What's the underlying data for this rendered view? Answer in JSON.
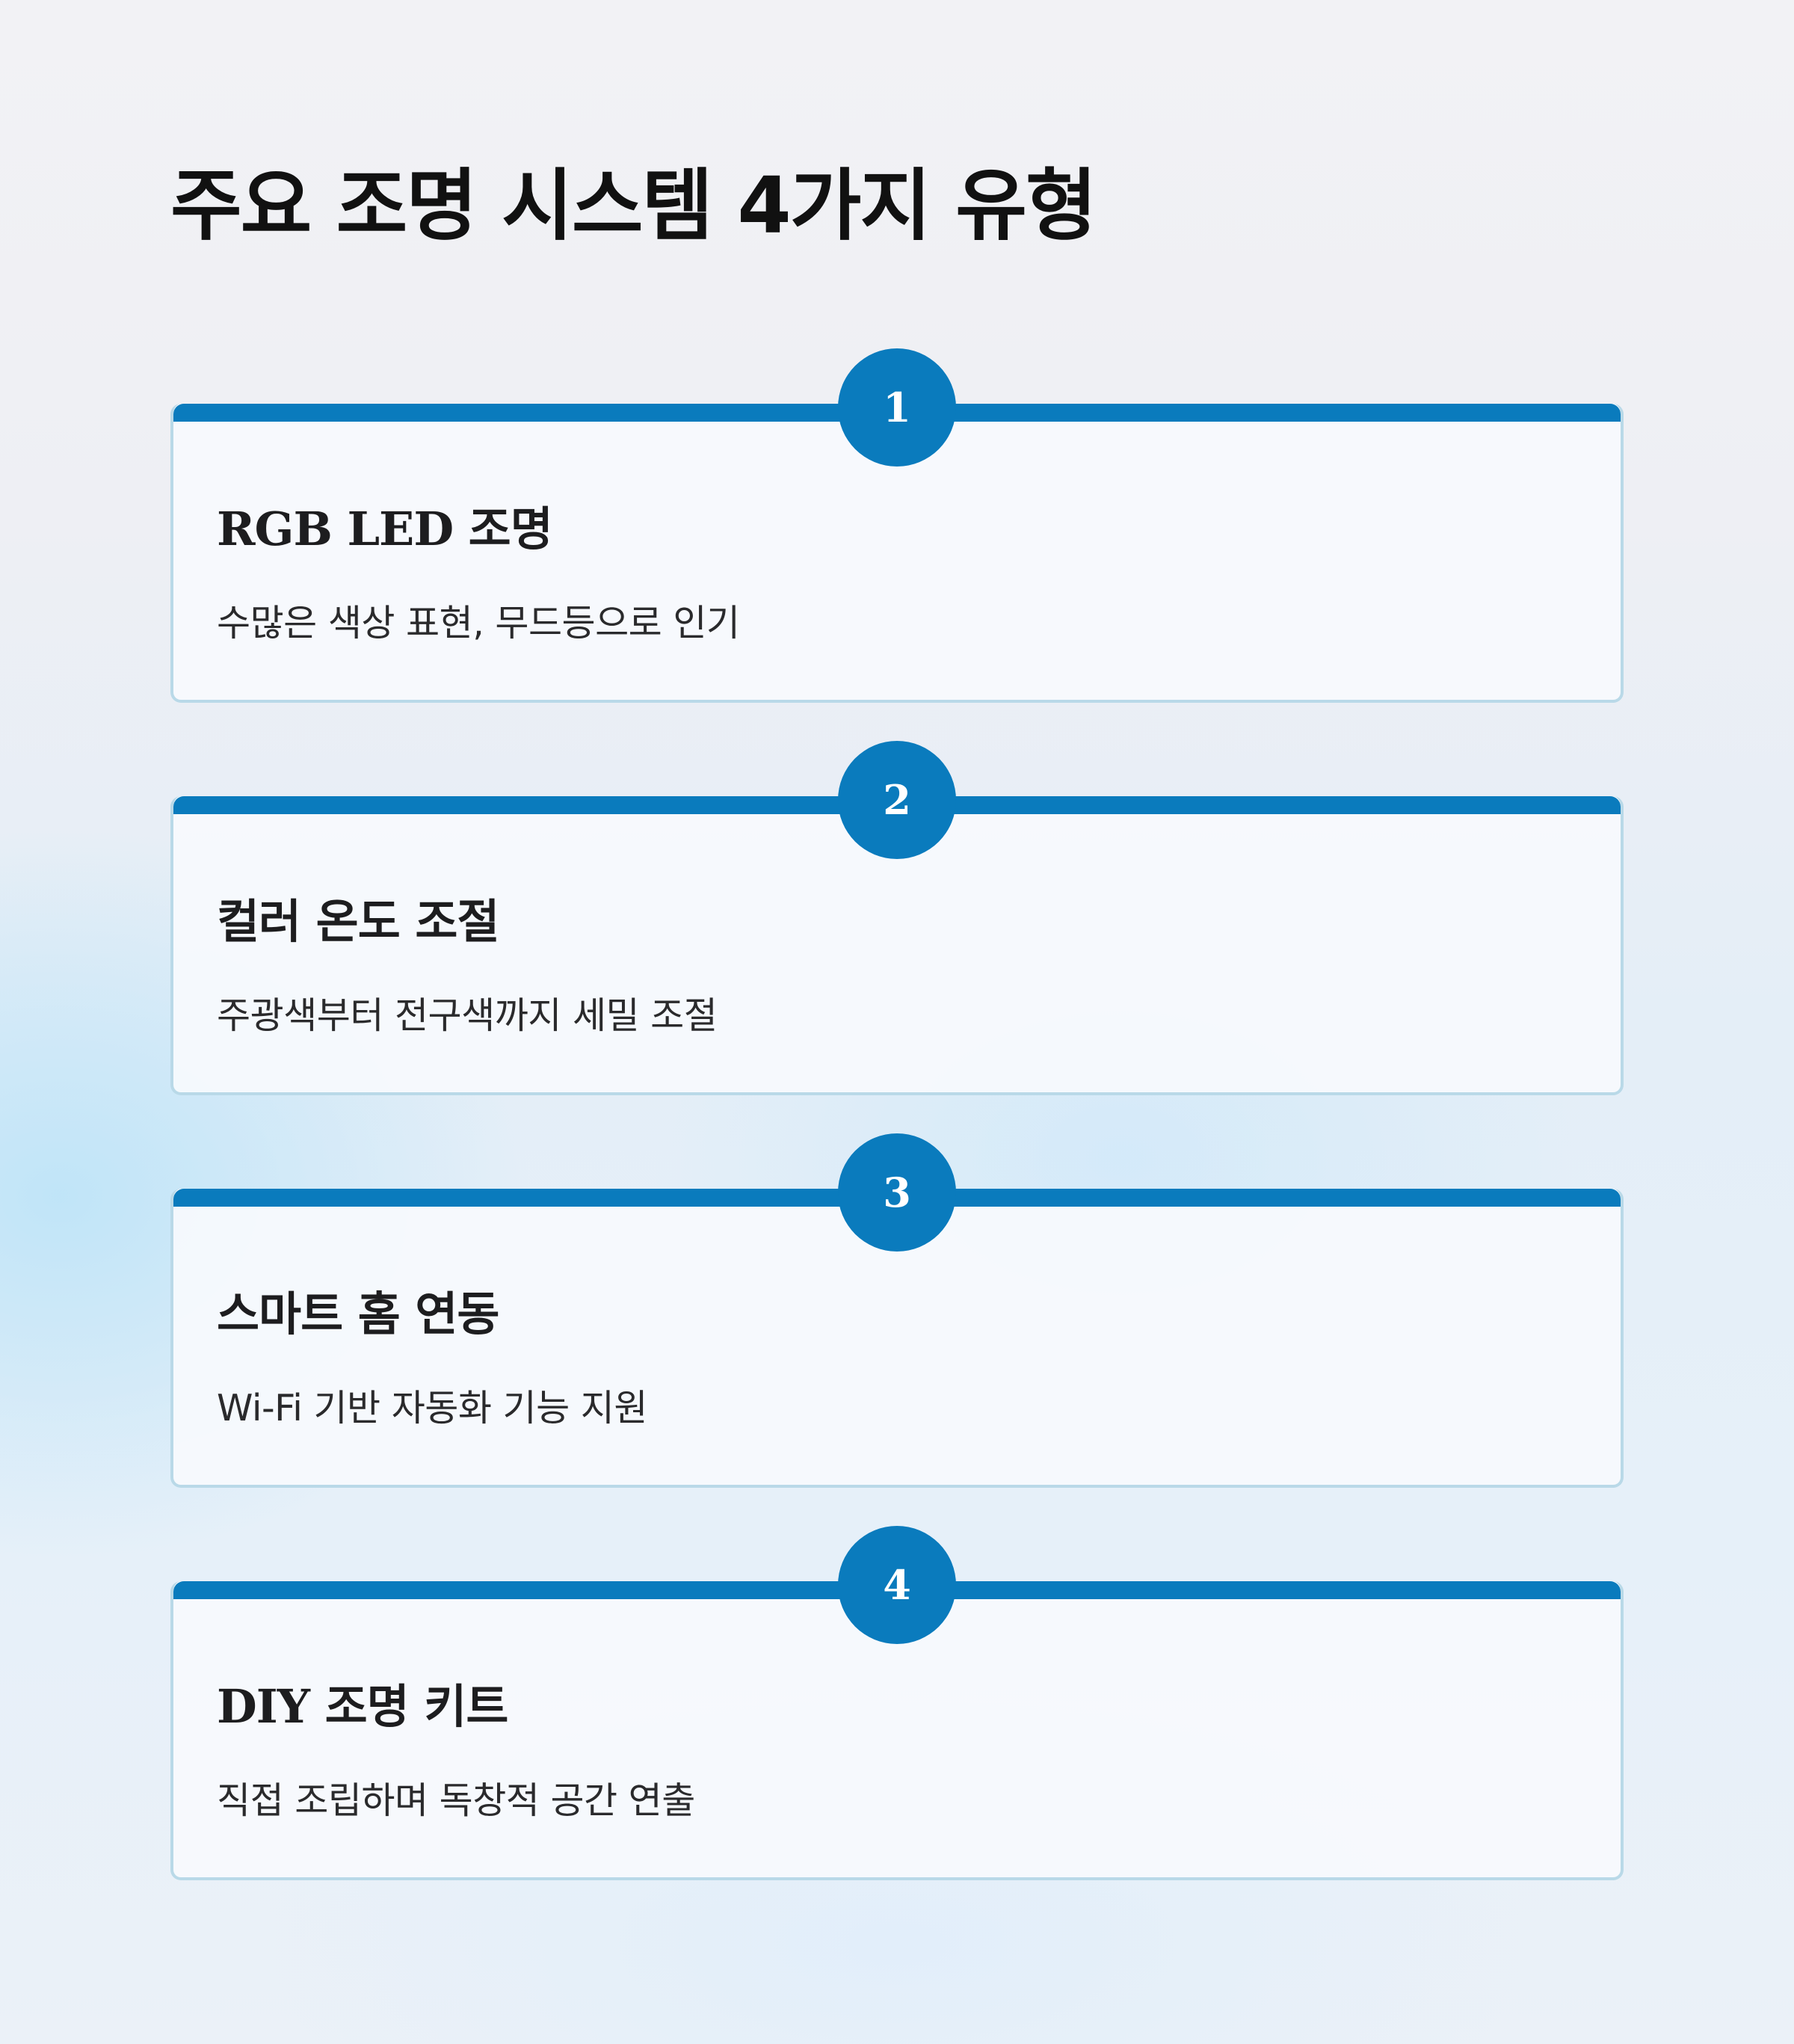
{
  "page": {
    "title": "주요 조명 시스템 4가지 유형"
  },
  "colors": {
    "accent": "#0a7bbd",
    "card_border": "#b9d9e8",
    "title_text": "#111111"
  },
  "items": [
    {
      "number": "1",
      "title": "RGB LED 조명",
      "description": "수많은 색상 표현, 무드등으로 인기"
    },
    {
      "number": "2",
      "title": "컬러 온도 조절",
      "description": "주광색부터 전구색까지 세밀 조절"
    },
    {
      "number": "3",
      "title": "스마트 홈 연동",
      "description": "Wi-Fi 기반 자동화 기능 지원"
    },
    {
      "number": "4",
      "title": "DIY 조명 키트",
      "description": "직접 조립하며 독창적 공간 연출"
    }
  ]
}
